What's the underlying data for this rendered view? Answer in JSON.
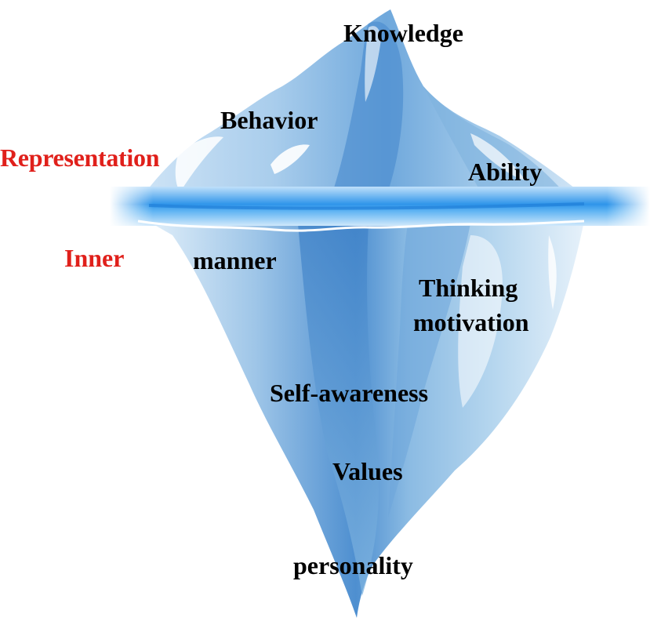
{
  "labels": {
    "knowledge": "Knowledge",
    "behavior": "Behavior",
    "representation": "Representation",
    "ability": "Ability",
    "inner": "Inner",
    "manner": "manner",
    "thinking": "Thinking",
    "motivation": "motivation",
    "self_awareness": "Self-awareness",
    "values": "Values",
    "personality": "personality"
  },
  "colors": {
    "layer_label": "#e0201b",
    "item_label": "#000000",
    "ice_light": "#dfeefa",
    "ice_mid": "#93c2e6",
    "ice_dark": "#4e8fd0",
    "waterline": "#2f95ea"
  }
}
